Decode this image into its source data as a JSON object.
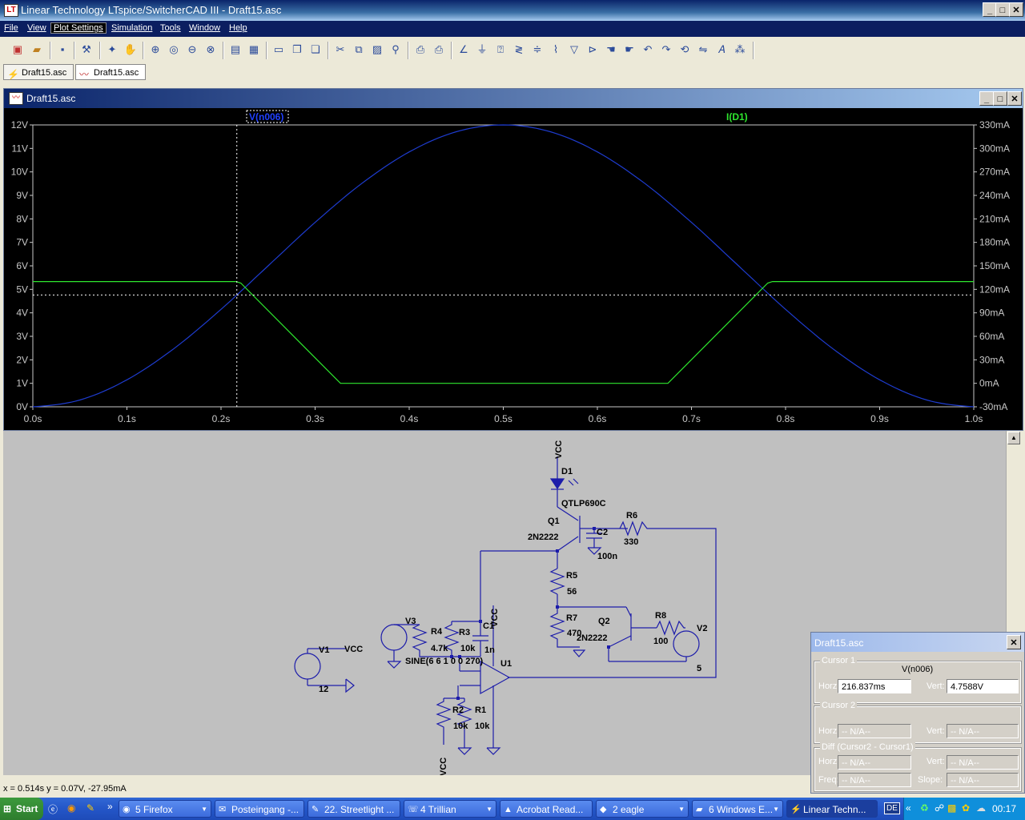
{
  "window": {
    "title": "Linear Technology LTspice/SwitcherCAD III - Draft15.asc",
    "app_icon_letter": "LT"
  },
  "menu": {
    "items": [
      "File",
      "View",
      "Plot Settings",
      "Simulation",
      "Tools",
      "Window",
      "Help"
    ],
    "active": "Plot Settings"
  },
  "tabs": [
    {
      "label": "Draft15.asc",
      "icon": "schematic-icon"
    },
    {
      "label": "Draft15.asc",
      "icon": "waveform-icon"
    }
  ],
  "plot_window": {
    "title": "Draft15.asc"
  },
  "chart_data": {
    "type": "line",
    "trace_labels": [
      "V(n006)",
      "I(D1)"
    ],
    "colors": {
      "V(n006)": "#1E3CD0",
      "I(D1)": "#2EE62E",
      "background": "#000000",
      "axes": "#C8C8C8"
    },
    "x_ticks": [
      "0.0s",
      "0.1s",
      "0.2s",
      "0.3s",
      "0.4s",
      "0.5s",
      "0.6s",
      "0.7s",
      "0.8s",
      "0.9s",
      "1.0s"
    ],
    "y_left_ticks": [
      "0V",
      "1V",
      "2V",
      "3V",
      "4V",
      "5V",
      "6V",
      "7V",
      "8V",
      "9V",
      "10V",
      "11V",
      "12V"
    ],
    "y_right_ticks": [
      "-30mA",
      "0mA",
      "30mA",
      "60mA",
      "90mA",
      "120mA",
      "150mA",
      "180mA",
      "210mA",
      "240mA",
      "270mA",
      "300mA",
      "330mA"
    ],
    "xlim": [
      0,
      1.0
    ],
    "ylim_left": [
      0,
      12
    ],
    "ylim_right": [
      -30,
      330
    ],
    "series": [
      {
        "name": "V(n006)",
        "axis": "left",
        "x": [
          0,
          0.05,
          0.1,
          0.15,
          0.2,
          0.25,
          0.3,
          0.35,
          0.4,
          0.45,
          0.5,
          0.55,
          0.6,
          0.65,
          0.7,
          0.75,
          0.8,
          0.85,
          0.9,
          0.95,
          1.0
        ],
        "y": [
          0,
          0.29,
          1.15,
          2.48,
          4.15,
          6.0,
          7.85,
          9.52,
          10.85,
          11.71,
          12,
          11.71,
          10.85,
          9.52,
          7.85,
          6.0,
          4.15,
          2.48,
          1.15,
          0.29,
          0
        ]
      },
      {
        "name": "I(D1)",
        "axis": "right",
        "x": [
          0,
          0.216,
          0.221,
          0.327,
          0.675,
          0.781,
          0.786,
          1.0
        ],
        "y": [
          130,
          130,
          128,
          0,
          0,
          128,
          130,
          130
        ]
      }
    ],
    "cursor": {
      "x": 0.2168,
      "y": 4.7588
    }
  },
  "schematic_labels": {
    "vcc": "VCC",
    "d1": "D1",
    "d1_part": "QTLP690C",
    "q1": "Q1",
    "q1_part": "2N2222",
    "c2": "C2",
    "c2_val": "100n",
    "r6": "R6",
    "r6_val": "330",
    "r5": "R5",
    "r5_val": "56",
    "r7": "R7",
    "r7_val": "470",
    "q2": "Q2",
    "q2_part": "2N2222",
    "r8": "R8",
    "r8_val": "100",
    "v2": "V2",
    "v2_val": "5",
    "v3": "V3",
    "v3_val": "SINE(6 6 1 0 0 270)",
    "r4": "R4",
    "r4_val": "4.7k",
    "r3": "R3",
    "r3_val": "10k",
    "c1": "C1",
    "c1_val": "1n",
    "u1": "U1",
    "v1": "V1",
    "v1_val": "12",
    "r2": "R2",
    "r2_val": "10k",
    "r1": "R1",
    "r1_val": "10k"
  },
  "status_bar": {
    "text": "x = 0.514s    y = 0.07V, -27.95mA"
  },
  "cursor_panel": {
    "title": "Draft15.asc",
    "cursor1": {
      "label": "Cursor 1",
      "trace": "V(n006)",
      "horz_label": "Horz:",
      "horz": "216.837ms",
      "vert_label": "Vert:",
      "vert": "4.7588V"
    },
    "cursor2": {
      "label": "Cursor 2",
      "horz_label": "Horz:",
      "horz": "-- N/A--",
      "vert_label": "Vert:",
      "vert": "-- N/A--"
    },
    "diff": {
      "label": "Diff (Cursor2 - Cursor1)",
      "horz_label": "Horz:",
      "horz": "-- N/A--",
      "vert_label": "Vert:",
      "vert": "-- N/A--",
      "freq_label": "Freq:",
      "freq": "-- N/A--",
      "slope_label": "Slope:",
      "slope": "-- N/A--"
    }
  },
  "taskbar": {
    "start": "Start",
    "items": [
      {
        "label": "5 Firefox",
        "active": false
      },
      {
        "label": "Posteingang -...",
        "active": false
      },
      {
        "label": "22. Streetlight ...",
        "active": false
      },
      {
        "label": "4 Trillian",
        "active": false
      },
      {
        "label": "Acrobat Read...",
        "active": false
      },
      {
        "label": "2 eagle",
        "active": false
      },
      {
        "label": "6 Windows E...",
        "active": false
      },
      {
        "label": "Linear Techn...",
        "active": true
      }
    ],
    "lang": "DE",
    "clock": "00:17"
  }
}
